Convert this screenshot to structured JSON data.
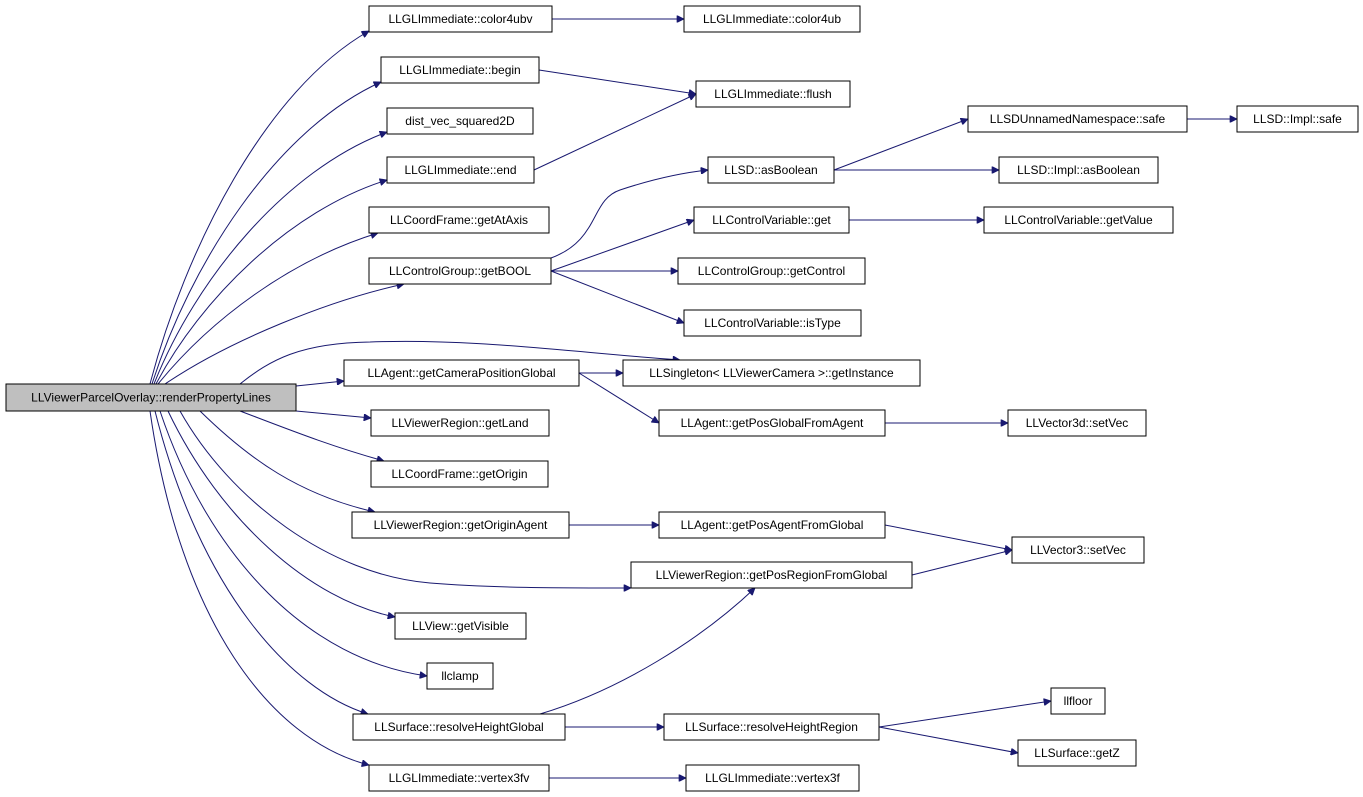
{
  "diagram": {
    "type": "call-graph",
    "root": "LLViewerParcelOverlay::renderPropertyLines",
    "nodes": {
      "root": "LLViewerParcelOverlay::renderPropertyLines",
      "color4ubv": "LLGLImmediate::color4ubv",
      "color4ub": "LLGLImmediate::color4ub",
      "begin": "LLGLImmediate::begin",
      "flush": "LLGLImmediate::flush",
      "dist_vec": "dist_vec_squared2D",
      "end": "LLGLImmediate::end",
      "getAtAxis": "LLCoordFrame::getAtAxis",
      "getBOOL": "LLControlGroup::getBOOL",
      "safe": "LLSDUnnamedNamespace::safe",
      "impl_safe": "LLSD::Impl::safe",
      "asBoolean": "LLSD::asBoolean",
      "impl_asBoolean": "LLSD::Impl::asBoolean",
      "cv_get": "LLControlVariable::get",
      "cv_getValue": "LLControlVariable::getValue",
      "getControl": "LLControlGroup::getControl",
      "isType": "LLControlVariable::isType",
      "getCameraPositionGlobal": "LLAgent::getCameraPositionGlobal",
      "getInstance": "LLSingleton< LLViewerCamera >::getInstance",
      "getLand": "LLViewerRegion::getLand",
      "getPosGlobalFromAgent": "LLAgent::getPosGlobalFromAgent",
      "v3d_setVec": "LLVector3d::setVec",
      "getOrigin": "LLCoordFrame::getOrigin",
      "getOriginAgent": "LLViewerRegion::getOriginAgent",
      "getPosAgentFromGlobal": "LLAgent::getPosAgentFromGlobal",
      "v3_setVec": "LLVector3::setVec",
      "getPosRegionFromGlobal": "LLViewerRegion::getPosRegionFromGlobal",
      "getVisible": "LLView::getVisible",
      "llclamp": "llclamp",
      "llfloor": "llfloor",
      "resolveHeightGlobal": "LLSurface::resolveHeightGlobal",
      "resolveHeightRegion": "LLSurface::resolveHeightRegion",
      "getZ": "LLSurface::getZ",
      "vertex3fv": "LLGLImmediate::vertex3fv",
      "vertex3f": "LLGLImmediate::vertex3f"
    },
    "edges": [
      [
        "root",
        "color4ubv"
      ],
      [
        "root",
        "begin"
      ],
      [
        "root",
        "dist_vec"
      ],
      [
        "root",
        "end"
      ],
      [
        "root",
        "getAtAxis"
      ],
      [
        "root",
        "getBOOL"
      ],
      [
        "root",
        "getInstance"
      ],
      [
        "root",
        "getCameraPositionGlobal"
      ],
      [
        "root",
        "getLand"
      ],
      [
        "root",
        "getOrigin"
      ],
      [
        "root",
        "getOriginAgent"
      ],
      [
        "root",
        "getPosRegionFromGlobal"
      ],
      [
        "root",
        "getVisible"
      ],
      [
        "root",
        "llclamp"
      ],
      [
        "root",
        "resolveHeightGlobal"
      ],
      [
        "root",
        "vertex3fv"
      ],
      [
        "color4ubv",
        "color4ub"
      ],
      [
        "begin",
        "flush"
      ],
      [
        "end",
        "flush"
      ],
      [
        "getBOOL",
        "asBoolean"
      ],
      [
        "getBOOL",
        "cv_get"
      ],
      [
        "getBOOL",
        "getControl"
      ],
      [
        "getBOOL",
        "isType"
      ],
      [
        "asBoolean",
        "safe"
      ],
      [
        "asBoolean",
        "impl_asBoolean"
      ],
      [
        "safe",
        "impl_safe"
      ],
      [
        "cv_get",
        "cv_getValue"
      ],
      [
        "getCameraPositionGlobal",
        "getInstance"
      ],
      [
        "getCameraPositionGlobal",
        "getPosGlobalFromAgent"
      ],
      [
        "getPosGlobalFromAgent",
        "v3d_setVec"
      ],
      [
        "getOriginAgent",
        "getPosAgentFromGlobal"
      ],
      [
        "getPosAgentFromGlobal",
        "v3_setVec"
      ],
      [
        "getPosRegionFromGlobal",
        "v3_setVec"
      ],
      [
        "resolveHeightGlobal",
        "getPosRegionFromGlobal"
      ],
      [
        "resolveHeightGlobal",
        "resolveHeightRegion"
      ],
      [
        "resolveHeightRegion",
        "llfloor"
      ],
      [
        "resolveHeightRegion",
        "getZ"
      ],
      [
        "vertex3fv",
        "vertex3f"
      ]
    ]
  }
}
